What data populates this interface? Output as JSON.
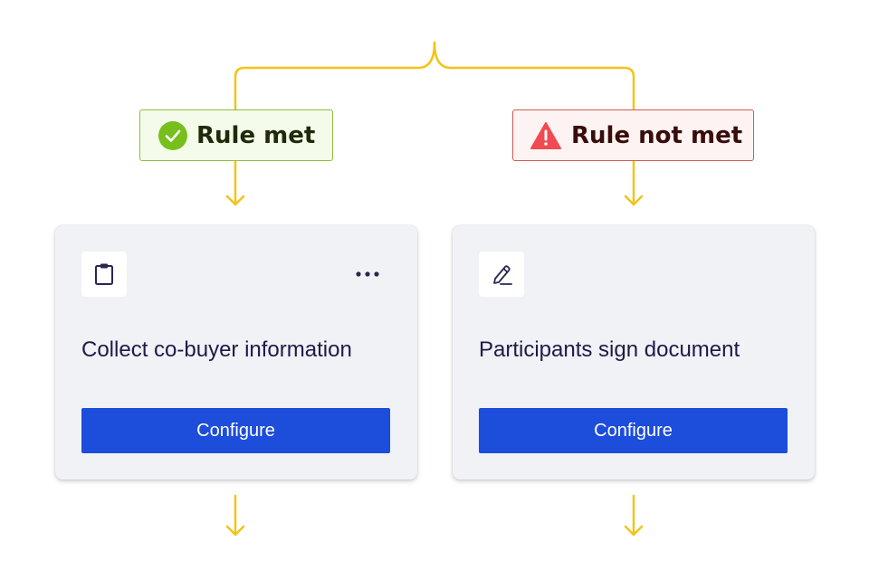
{
  "colors": {
    "connector": "#f3c318",
    "met_accent": "#77bf1c",
    "not_met_accent": "#f04a52",
    "button": "#1c4ddb",
    "card_bg": "#f0f2f6",
    "title_text": "#1d1b47"
  },
  "branches": {
    "met": {
      "label": "Rule met",
      "icon": "check-circle-icon"
    },
    "not_met": {
      "label": "Rule not met",
      "icon": "warning-triangle-icon"
    }
  },
  "cards": [
    {
      "icon": "clipboard-icon",
      "title": "Collect co-buyer information",
      "button_label": "Configure",
      "menu_icon": "more-horizontal-icon"
    },
    {
      "icon": "pen-sign-icon",
      "title": "Participants sign document",
      "button_label": "Configure"
    }
  ]
}
